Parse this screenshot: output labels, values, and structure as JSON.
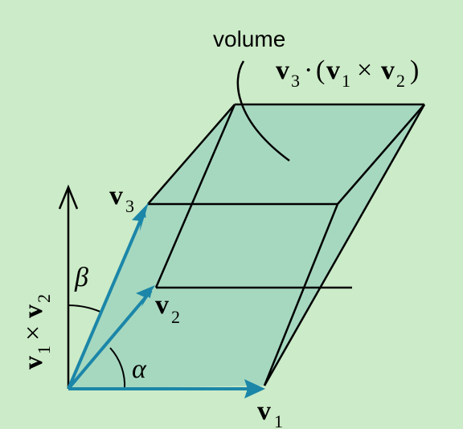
{
  "labels": {
    "volume": "volume",
    "v": "v",
    "cross": "×",
    "dot": "·",
    "lparen": "(",
    "rparen": ")",
    "sub1": "1",
    "sub2": "2",
    "sub3": "3",
    "alpha": "α",
    "beta": "β"
  },
  "colors": {
    "background": "#ccebc8",
    "solid_fill": "#a6d8bf",
    "edge": "#000000",
    "vector": "#1b86a8"
  }
}
